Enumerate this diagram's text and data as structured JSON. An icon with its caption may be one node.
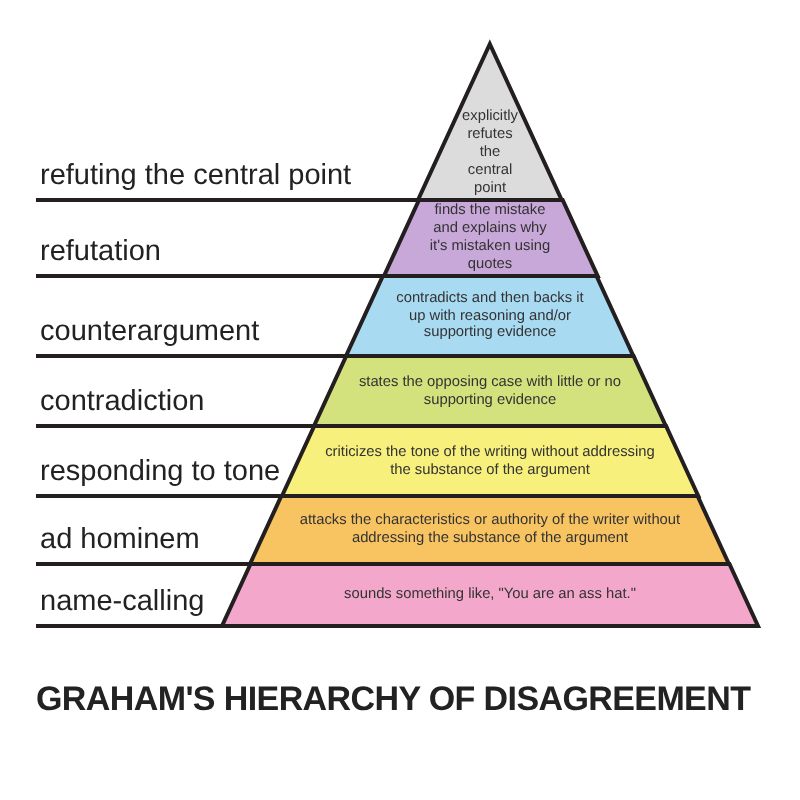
{
  "diagram": {
    "title": "GRAHAM'S HIERARCHY OF DISAGREEMENT",
    "nodes": [
      {
        "text": [
          "explicitly refutes the central point"
        ]
      },
      {
        "text": [
          "finds the mistake and explains why it's mistaken using quotes"
        ]
      },
      {
        "text": [
          "contradicts and then backs it up with reasoning and/or supporting evidence"
        ]
      },
      {
        "text": [
          "states the opposing case with little or no supporting evidence"
        ]
      },
      {
        "text": [
          "criticizes the tone of the writing without addressing the substance of the argument"
        ]
      },
      {
        "text": [
          "attacks the characteristics or authority of the writer without addressing the substance of the argument"
        ]
      },
      {
        "text": [
          "sounds something like, \"You are an ass hat.\""
        ]
      }
    ],
    "labels": [
      "refuting the central point",
      "refutation",
      "counterargument",
      "contradiction",
      "responding to tone",
      "ad hominem",
      "name-calling"
    ]
  }
}
